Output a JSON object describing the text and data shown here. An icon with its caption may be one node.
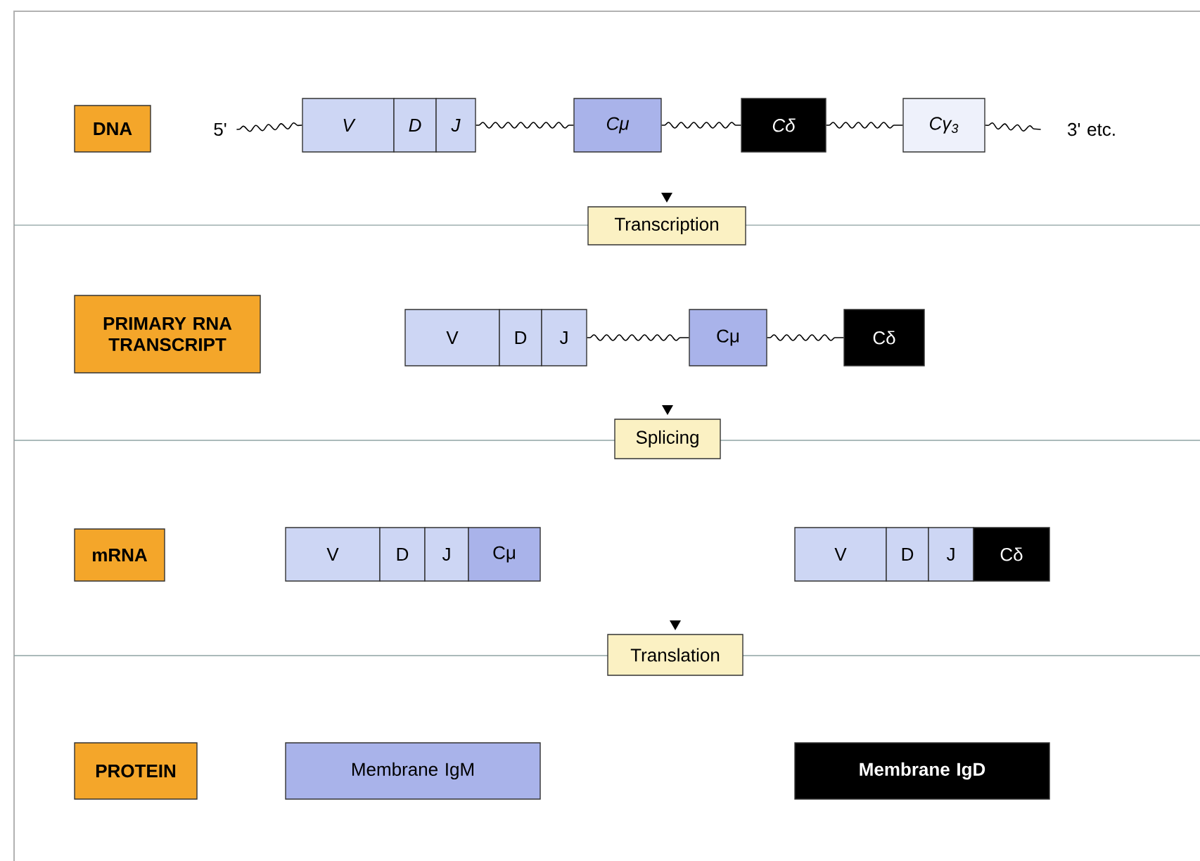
{
  "diagram": {
    "nodes": [
      {
        "text": [
          "DNA"
        ]
      },
      {
        "text": [
          "5'"
        ]
      },
      {
        "text": [
          "V"
        ]
      },
      {
        "text": [
          "D"
        ]
      },
      {
        "text": [
          "J"
        ]
      },
      {
        "text": [
          "Cμ"
        ]
      },
      {
        "text": [
          "Cδ"
        ]
      },
      {
        "text": [
          "Cγ$_{3}$"
        ]
      },
      {
        "text": [
          "3' etc."
        ]
      },
      {
        "text": [
          "Transcription"
        ]
      },
      {
        "text": [
          "PRIMARY RNA TRANSCRIPT"
        ]
      },
      {
        "text": [
          "V"
        ]
      },
      {
        "text": [
          "D"
        ]
      },
      {
        "text": [
          "J"
        ]
      },
      {
        "text": [
          "Cμ"
        ]
      },
      {
        "text": [
          "Cδ"
        ]
      },
      {
        "text": [
          "Splicing"
        ]
      },
      {
        "text": [
          "mRNA"
        ]
      },
      {
        "text": [
          "V"
        ]
      },
      {
        "text": [
          "D"
        ]
      },
      {
        "text": [
          "J"
        ]
      },
      {
        "text": [
          "Cμ"
        ]
      },
      {
        "text": [
          "V"
        ]
      },
      {
        "text": [
          "D"
        ]
      },
      {
        "text": [
          "J"
        ]
      },
      {
        "text": [
          "Cδ"
        ]
      },
      {
        "text": [
          "Translation"
        ]
      },
      {
        "text": [
          "PROTEIN"
        ]
      },
      {
        "text": [
          "Membrane IgM"
        ]
      },
      {
        "text": [
          "Membrane IgD"
        ]
      }
    ],
    "edges": [
      {
        "from": 1,
        "to": 2,
        "arrow": "none"
      },
      {
        "from": 4,
        "to": 5,
        "arrow": "none"
      },
      {
        "from": 5,
        "to": 6,
        "arrow": "none"
      },
      {
        "from": 6,
        "to": 7,
        "arrow": "none"
      },
      {
        "from": 7,
        "to": 8,
        "arrow": "none"
      },
      {
        "from": 13,
        "to": 14,
        "arrow": "none"
      },
      {
        "from": 14,
        "to": 15,
        "arrow": "none"
      }
    ]
  }
}
